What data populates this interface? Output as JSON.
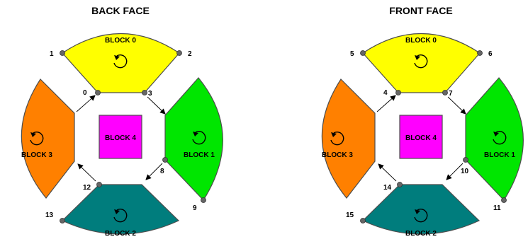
{
  "colors": {
    "block0": "#ffff00",
    "block1": "#00e600",
    "block2": "#007d7d",
    "block3": "#ff8000",
    "block4": "#ff00ff"
  },
  "faces": [
    {
      "title": "BACK FACE",
      "blocks": {
        "block0": "BLOCK 0",
        "block1": "BLOCK 1",
        "block2": "BLOCK 2",
        "block3": "BLOCK 3",
        "block4": "BLOCK 4"
      },
      "vertices": {
        "top_outer_left": "1",
        "top_outer_right": "2",
        "top_inner_left": "0",
        "top_inner_right": "3",
        "right_inner_bottom": "8",
        "right_outer_bottom": "9",
        "bottom_inner_left": "12",
        "bottom_outer_left": "13"
      }
    },
    {
      "title": "FRONT FACE",
      "blocks": {
        "block0": "BLOCK 0",
        "block1": "BLOCK 1",
        "block2": "BLOCK 2",
        "block3": "BLOCK 3",
        "block4": "BLOCK 4"
      },
      "vertices": {
        "top_outer_left": "5",
        "top_outer_right": "6",
        "top_inner_left": "4",
        "top_inner_right": "7",
        "right_inner_bottom": "10",
        "right_outer_bottom": "11",
        "bottom_inner_left": "14",
        "bottom_outer_left": "15"
      }
    }
  ]
}
